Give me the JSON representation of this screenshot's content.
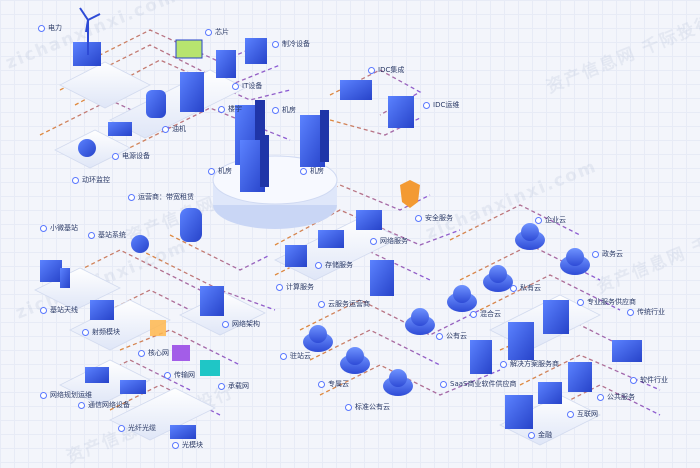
{
  "diagram": {
    "watermark": "资产信息网 千际投行",
    "watermark_url": "zichanxinxi.com",
    "nodes": {
      "power": "电力",
      "chip": "芯片",
      "cooling": "制冷设备",
      "it_equipment": "IT设备",
      "rack": "楼宇",
      "tank": "油机",
      "machine_room_1": "机房",
      "machine_room_2": "机房",
      "machine_room_3": "机房",
      "power_equipment": "电源设备",
      "env_monitor": "动环监控",
      "operator": "运营商：带宽租赁",
      "idc_integration": "IDC集成",
      "idc_ops": "IDC运维",
      "security_service": "安全服务",
      "network_service": "网络服务",
      "storage_service": "存储服务",
      "compute_service": "计算服务",
      "cloud_ops": "云服务运营商",
      "small_base_station": "小微基站",
      "base_station_system": "基站系统",
      "base_station_antenna": "基站天线",
      "rf_module": "射频模块",
      "core_net": "核心网",
      "transport_net": "传输网",
      "bearer_net": "承载网",
      "net_arch": "网络架构",
      "net_planning": "网络规划运维",
      "comm_equipment": "通信网络设备",
      "fiber_cable": "光纤光缆",
      "optical_module": "光模块",
      "enterprise_cloud": "企业云",
      "gov_cloud": "政务云",
      "private_cloud": "私有云",
      "hybrid_cloud": "混合云",
      "public_cloud": "公有云",
      "pro_service": "专业服务供应商",
      "traditional": "传统行业",
      "solution": "解决方案服务商",
      "saas": "SaaS商业软件供应商",
      "software": "软件行业",
      "public_service": "公共服务",
      "internet": "互联网",
      "finance": "金融",
      "station_cloud": "驻站云",
      "dedicated_cloud": "专属云",
      "standard_public": "标准公有云"
    }
  },
  "colors": {
    "blue": "#3d63f2",
    "line": "#e08a3c",
    "purple": "#8a5ad6"
  }
}
